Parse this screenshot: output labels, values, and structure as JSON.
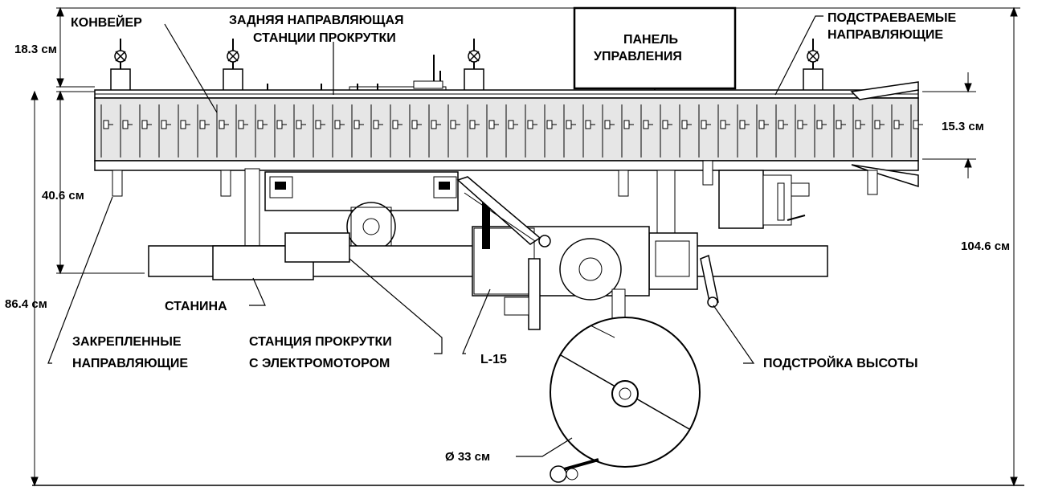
{
  "labels": {
    "conveyor": "КОНВЕЙЕР",
    "rear_guide_line1": "ЗАДНЯЯ НАПРАВЛЯЮЩАЯ",
    "rear_guide_line2": "СТАНЦИИ ПРОКРУТКИ",
    "control_panel_line1": "ПАНЕЛЬ",
    "control_panel_line2": "УПРАВЛЕНИЯ",
    "adjustable_guides_line1": "ПОДСТРАЕВАЕМЫЕ",
    "adjustable_guides_line2": "НАПРАВЛЯЮЩИЕ",
    "frame": "СТАНИНА",
    "fixed_guides_line1": "ЗАКРЕПЛЕННЫЕ",
    "fixed_guides_line2": "НАПРАВЛЯЮЩИЕ",
    "roll_station_line1": "СТАНЦИЯ ПРОКРУТКИ",
    "roll_station_line2": "С ЭЛЕКТРОМОТОРОМ",
    "applicator": "L-15",
    "height_adjust": "ПОДСТРОЙКА  ВЫСОТЫ"
  },
  "dimensions": {
    "top_guides": "18.3 см",
    "conveyor_height": "15.3 см",
    "lower_section": "40.6 см",
    "table_height": "86.4 см",
    "total_height": "104.6 см",
    "reel_diameter": "Ø 33 см"
  },
  "colors": {
    "ink": "#000000",
    "conveyor_fill": "#e6e6e6",
    "body_fill": "#d9d9d9",
    "light_fill": "#efefef",
    "paper": "#ffffff"
  }
}
